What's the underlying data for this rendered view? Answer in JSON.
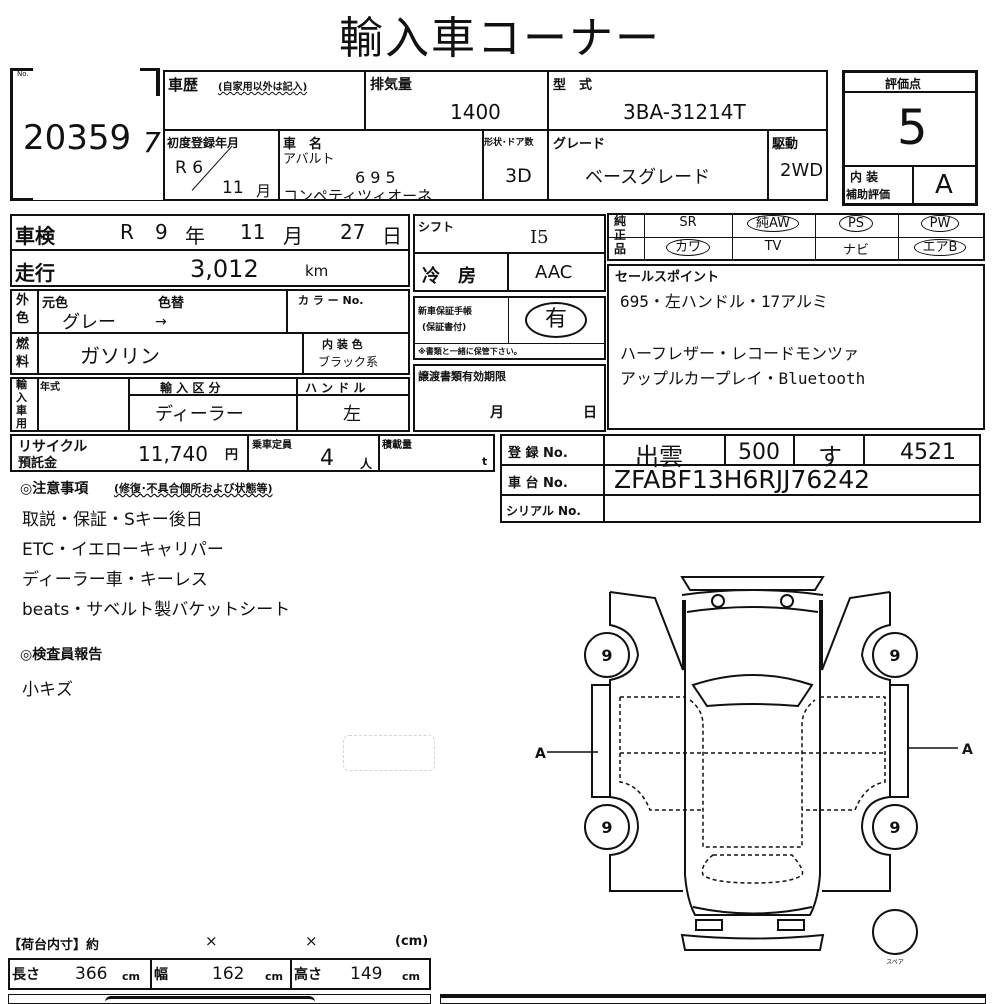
{
  "title": "輸入車コーナー",
  "lot": {
    "corner": "No.",
    "number": "20359",
    "handwritten": "7"
  },
  "history": {
    "label": "車歴",
    "note": "(自家用以外は記入)"
  },
  "displacement": {
    "label": "排気量",
    "value": "1400"
  },
  "model_code": {
    "label": "型　式",
    "value": "3BA-31214T"
  },
  "first_reg": {
    "label": "初度登録年月",
    "year": "R 6",
    "month": "11",
    "month_unit": "月"
  },
  "car_name": {
    "label": "車　名",
    "line1": "アバルト",
    "line2": "6 9 5",
    "line3": "コンペティツィオーネ"
  },
  "doors": {
    "label": "形状･ドア数",
    "value": "3D"
  },
  "grade": {
    "label": "グレード",
    "value": "ベースグレード"
  },
  "drive": {
    "label": "駆動",
    "value": "2WD"
  },
  "score": {
    "label": "評価点",
    "value": "5",
    "interior_label1": "内 装",
    "interior_label2": "補助評価",
    "interior_value": "A"
  },
  "inspection": {
    "label": "車検",
    "era": "R",
    "year": "9",
    "year_unit": "年",
    "month": "11",
    "month_unit": "月",
    "day": "27",
    "day_unit": "日"
  },
  "mileage": {
    "label": "走行",
    "value": "3,012",
    "unit": "km"
  },
  "exterior": {
    "label": "外色",
    "orig_label": "元色",
    "change_label": "色替",
    "value": "グレー",
    "arrow": "→",
    "color_no_label": "カ ラ ー No."
  },
  "fuel": {
    "label": "燃料",
    "value": "ガソリン",
    "interior_color_label": "内 装 色",
    "interior_color": "ブラック系"
  },
  "import": {
    "label": "輸入車用",
    "year_label": "年式",
    "type_label": "輸 入 区 分",
    "type_value": "ディーラー",
    "handle_label": "ハ ン ド ル",
    "handle_value": "左"
  },
  "shift": {
    "label": "シフト",
    "value": "I5"
  },
  "ac": {
    "label": "冷　房",
    "value": "AAC"
  },
  "warranty": {
    "label1": "新車保証手帳",
    "label2": "(保証書付)",
    "value": "有",
    "note": "※書類と一緒に保管下さい。"
  },
  "transfer": {
    "label": "譲渡書類有効期限",
    "month": "月",
    "day": "日"
  },
  "equipment": {
    "label": "純正品",
    "items": [
      {
        "t": "SR",
        "c": false
      },
      {
        "t": "純AW",
        "c": true
      },
      {
        "t": "PS",
        "c": true
      },
      {
        "t": "PW",
        "c": true
      },
      {
        "t": "カワ",
        "c": true
      },
      {
        "t": "TV",
        "c": false
      },
      {
        "t": "ナビ",
        "c": false
      },
      {
        "t": "エアB",
        "c": true
      }
    ]
  },
  "sales": {
    "label": "セールスポイント",
    "lines": [
      "695・左ハンドル・17アルミ",
      "",
      "ハーフレザー・レコードモンツァ",
      "アップルカープレイ・Bluetooth"
    ]
  },
  "recycle": {
    "label1": "リサイクル",
    "label2": "預託金",
    "value": "11,740",
    "unit": "円",
    "capacity_label": "乗車定員",
    "capacity": "4",
    "capacity_unit": "人",
    "load_label": "積載量",
    "load_unit": "t"
  },
  "registration": {
    "label": "登 録 No.",
    "place": "出雲",
    "class": "500",
    "kana": "す",
    "number": "4521",
    "chassis_label": "車 台 No.",
    "chassis": "ZFABF13H6RJJ76242",
    "serial_label": "シリアル No."
  },
  "notes": {
    "label": "◎注意事項",
    "sub": "(修復･不具合個所および状態等)",
    "lines": [
      "取説・保証・Sキー後日",
      "ETC・イエローキャリパー",
      "ディーラー車・キーレス",
      "beats・サベルト製バケットシート"
    ]
  },
  "inspector": {
    "label": "◎検査員報告",
    "lines": [
      "小キズ"
    ]
  },
  "diagram": {
    "tires": [
      "9",
      "9",
      "9",
      "9"
    ],
    "left_mark": "A",
    "right_mark": "A",
    "spare": "スペア"
  },
  "cargo": {
    "label": "【荷台内寸】約",
    "x1": "×",
    "x2": "×",
    "unit": "(cm)",
    "length_label": "長さ",
    "length": "366",
    "width_label": "幅",
    "width": "162",
    "height_label": "高さ",
    "height": "149",
    "cm": "cm"
  }
}
